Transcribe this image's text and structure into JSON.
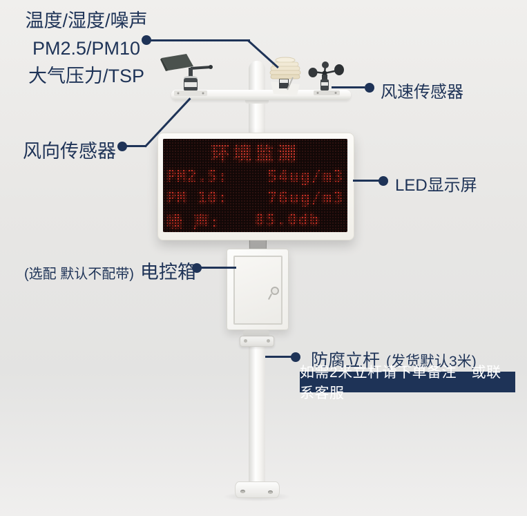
{
  "scene": {
    "params_label": {
      "line1": "温度/湿度/噪声",
      "line2": "PM2.5/PM10",
      "line3": "大气压力/TSP"
    },
    "wind_direction_label": "风向传感器",
    "wind_speed_label": "风速传感器",
    "led_label": "LED显示屏",
    "control_box_prefix": "(选配 默认不配带)",
    "control_box_label": "电控箱",
    "pole_label": "防腐立杆",
    "pole_note": "(发货默认3米)",
    "banner_text": "如需2米立杆请下单备注　或联系客服"
  },
  "led_display": {
    "title": "环境监测",
    "rows": [
      {
        "label": "PM2.5:",
        "value": "54ug/m3"
      },
      {
        "label": "PM 10:",
        "value": "76ug/m3"
      },
      {
        "label": "噪 声:",
        "value": "85.0db"
      }
    ]
  },
  "colors": {
    "navy": "#1e3357",
    "led_red": "#ff3c2d",
    "led_panel_bg": "#1a0d0c",
    "background": "#e8e7e5"
  }
}
